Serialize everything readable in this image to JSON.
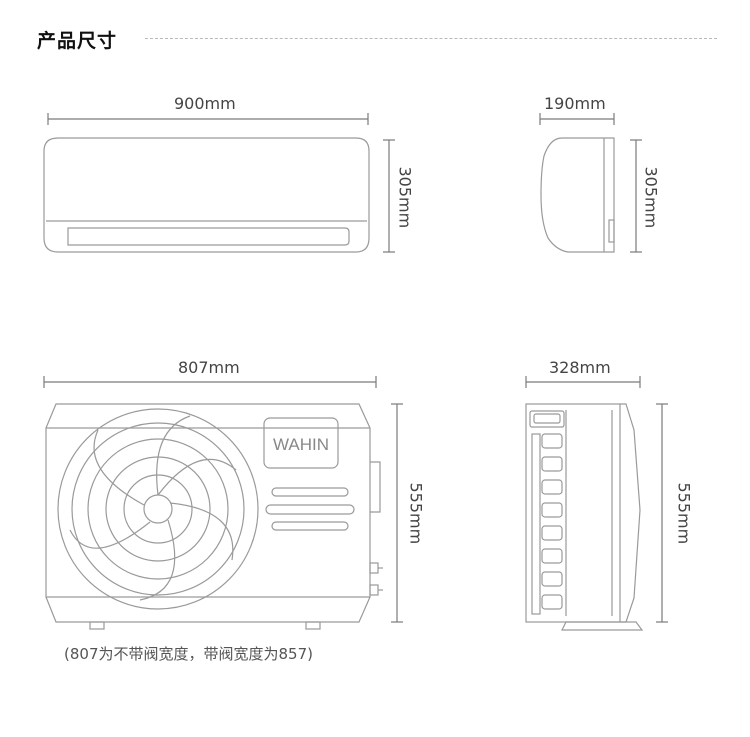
{
  "section": {
    "title": "产品尺寸"
  },
  "indoor_unit": {
    "front_width": "900mm",
    "front_height": "305mm",
    "side_depth": "190mm",
    "side_height": "305mm"
  },
  "outdoor_unit": {
    "front_width": "807mm",
    "front_height": "555mm",
    "side_depth": "328mm",
    "side_height": "555mm",
    "brand_logo": "WAHIN"
  },
  "note": "(807为不带阀宽度，带阀宽度为857)",
  "colors": {
    "line": "#9a9a9a",
    "dim_line": "#7a7a7a",
    "text": "#444444"
  }
}
